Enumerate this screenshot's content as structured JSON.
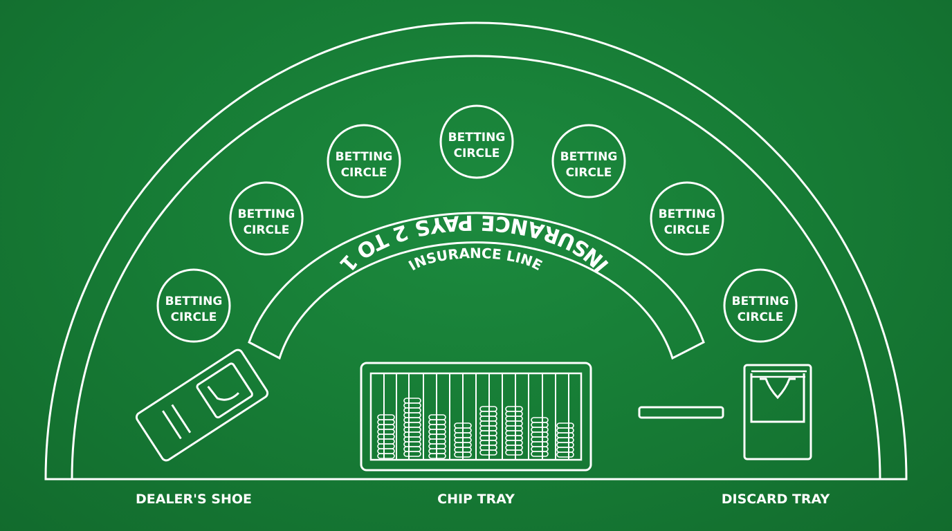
{
  "table": {
    "felt_color": "#1a8339",
    "line_color": "#ffffff",
    "betting_circles": [
      {
        "line1": "BETTING",
        "line2": "CIRCLE"
      },
      {
        "line1": "BETTING",
        "line2": "CIRCLE"
      },
      {
        "line1": "BETTING",
        "line2": "CIRCLE"
      },
      {
        "line1": "BETTING",
        "line2": "CIRCLE"
      },
      {
        "line1": "BETTING",
        "line2": "CIRCLE"
      },
      {
        "line1": "BETTING",
        "line2": "CIRCLE"
      },
      {
        "line1": "BETTING",
        "line2": "CIRCLE"
      }
    ],
    "insurance": {
      "main_text": "INSURANCE PAYS 2 TO 1",
      "line_label": "INSURANCE LINE"
    },
    "labels": {
      "dealer_shoe": "DEALER'S SHOE",
      "chip_tray": "CHIP TRAY",
      "discard_tray": "DISCARD TRAY"
    },
    "icons": {
      "dealer_shoe": "card-shoe-icon",
      "chip_tray": "chip-tray-icon",
      "discard_tray": "discard-tray-icon",
      "card_slot": "card-slot-icon"
    }
  }
}
